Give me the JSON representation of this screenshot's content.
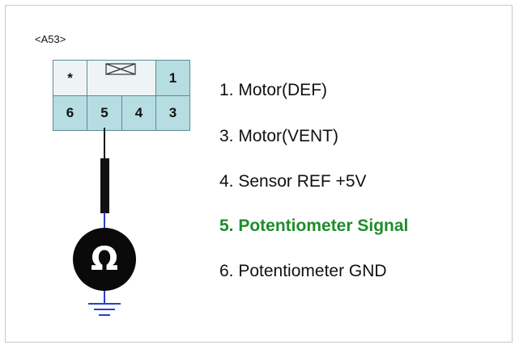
{
  "connector": {
    "id": "<A53>",
    "cells": {
      "star": "*",
      "p1": "1",
      "p6": "6",
      "p5": "5",
      "p4": "4",
      "p3": "3"
    }
  },
  "sensor_symbol": "Ω",
  "pins": [
    {
      "label": "1. Motor(DEF)",
      "highlight": false
    },
    {
      "label": "3. Motor(VENT)",
      "highlight": false
    },
    {
      "label": "4. Sensor REF +5V",
      "highlight": false
    },
    {
      "label": "5. Potentiometer Signal",
      "highlight": true
    },
    {
      "label": "6. Potentiometer GND",
      "highlight": false
    }
  ],
  "colors": {
    "highlight": "#1f8c2c",
    "connector_fill": "#b6dde2",
    "ground_wire": "#2a3fd0"
  }
}
